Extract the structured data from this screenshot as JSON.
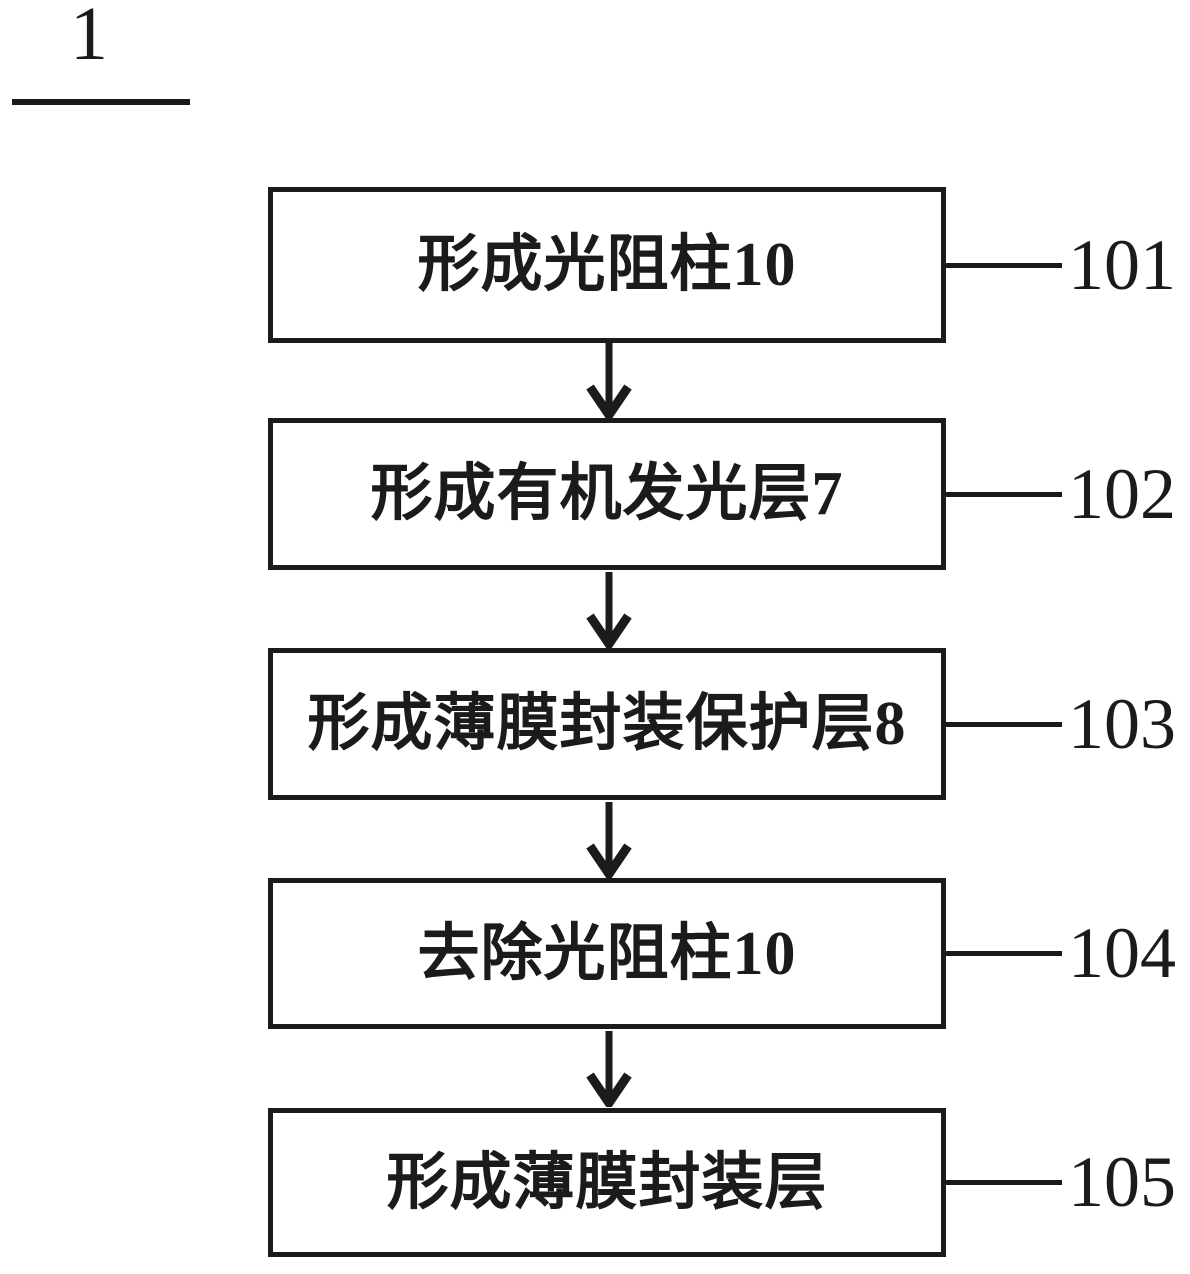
{
  "figure": {
    "label": "1"
  },
  "flowchart": {
    "steps": [
      {
        "label": "形成光阻柱10",
        "ref": "101"
      },
      {
        "label": "形成有机发光层7",
        "ref": "102"
      },
      {
        "label": "形成薄膜封装保护层8",
        "ref": "103"
      },
      {
        "label": "去除光阻柱10",
        "ref": "104"
      },
      {
        "label": "形成薄膜封装层",
        "ref": "105"
      }
    ]
  },
  "colors": {
    "ink": "#1b1b1b",
    "background": "#ffffff"
  }
}
